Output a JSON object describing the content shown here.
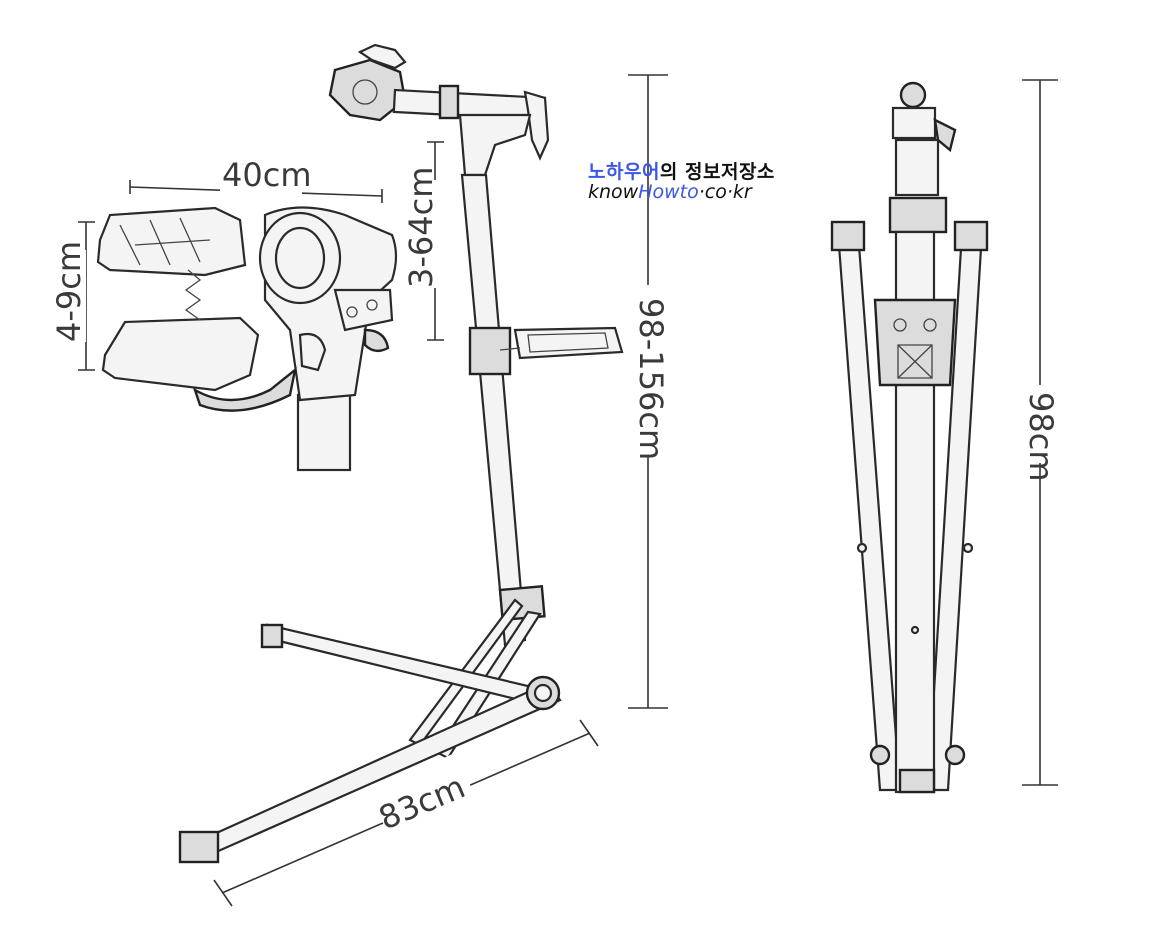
{
  "dimensions": {
    "clamp_width": "40cm",
    "clamp_height": "4-9cm",
    "clamp_adjust": "3-64cm",
    "stand_height": "98-156cm",
    "base_length": "83cm",
    "folded_height": "98cm"
  },
  "watermark": {
    "korean_colored": "노하우어",
    "korean_plain": "의 정보저장소",
    "url_prefix": "know",
    "url_colored": "Howto",
    "url_suffix": "·co·kr"
  },
  "colors": {
    "watermark_blue": "#3b57e6",
    "ink": "#333333"
  }
}
